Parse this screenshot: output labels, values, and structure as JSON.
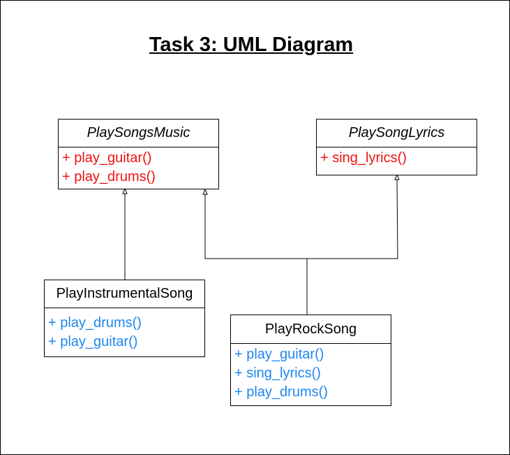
{
  "title": "Task 3: UML Diagram",
  "colors": {
    "abstract_method": "#ee1111",
    "concrete_method": "#1e86f0",
    "line": "#000000"
  },
  "classes": {
    "play_songs_music": {
      "name": "PlaySongsMusic",
      "methods": [
        "+ play_guitar()",
        "+ play_drums()"
      ]
    },
    "play_song_lyrics": {
      "name": "PlaySongLyrics",
      "methods": [
        "+ sing_lyrics()"
      ]
    },
    "play_instrumental_song": {
      "name": "PlayInstrumentalSong",
      "methods": [
        "+ play_drums()",
        "+ play_guitar()"
      ]
    },
    "play_rock_song": {
      "name": "PlayRockSong",
      "methods": [
        "+ play_guitar()",
        "+ sing_lyrics()",
        "+ play_drums()"
      ]
    }
  },
  "relations": [
    {
      "from": "PlayInstrumentalSong",
      "to": "PlaySongsMusic",
      "type": "inheritance"
    },
    {
      "from": "PlayRockSong",
      "to": "PlaySongsMusic",
      "type": "inheritance"
    },
    {
      "from": "PlayRockSong",
      "to": "PlaySongLyrics",
      "type": "inheritance"
    }
  ]
}
